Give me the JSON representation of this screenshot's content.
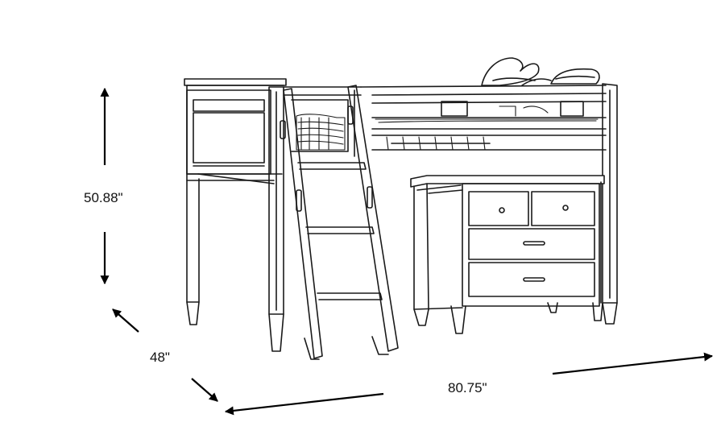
{
  "dimensions": {
    "height": "50.88\"",
    "depth": "48\"",
    "width": "80.75\""
  },
  "colors": {
    "line": "#1a1a1a",
    "arrow": "#000000",
    "background": "#ffffff"
  }
}
